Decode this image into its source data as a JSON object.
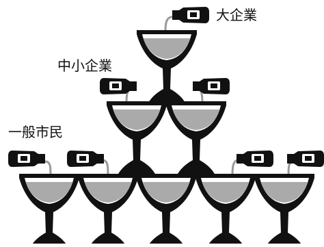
{
  "labels": {
    "large_enterprise": "大企業",
    "sme": "中小企業",
    "citizens": "一般市民"
  },
  "colors": {
    "ink": "#111111",
    "liquid": "#aaaaaa",
    "stream": "#999999",
    "background": "#ffffff"
  },
  "icons": [
    "bottle-icon",
    "champagne-glass-icon"
  ]
}
